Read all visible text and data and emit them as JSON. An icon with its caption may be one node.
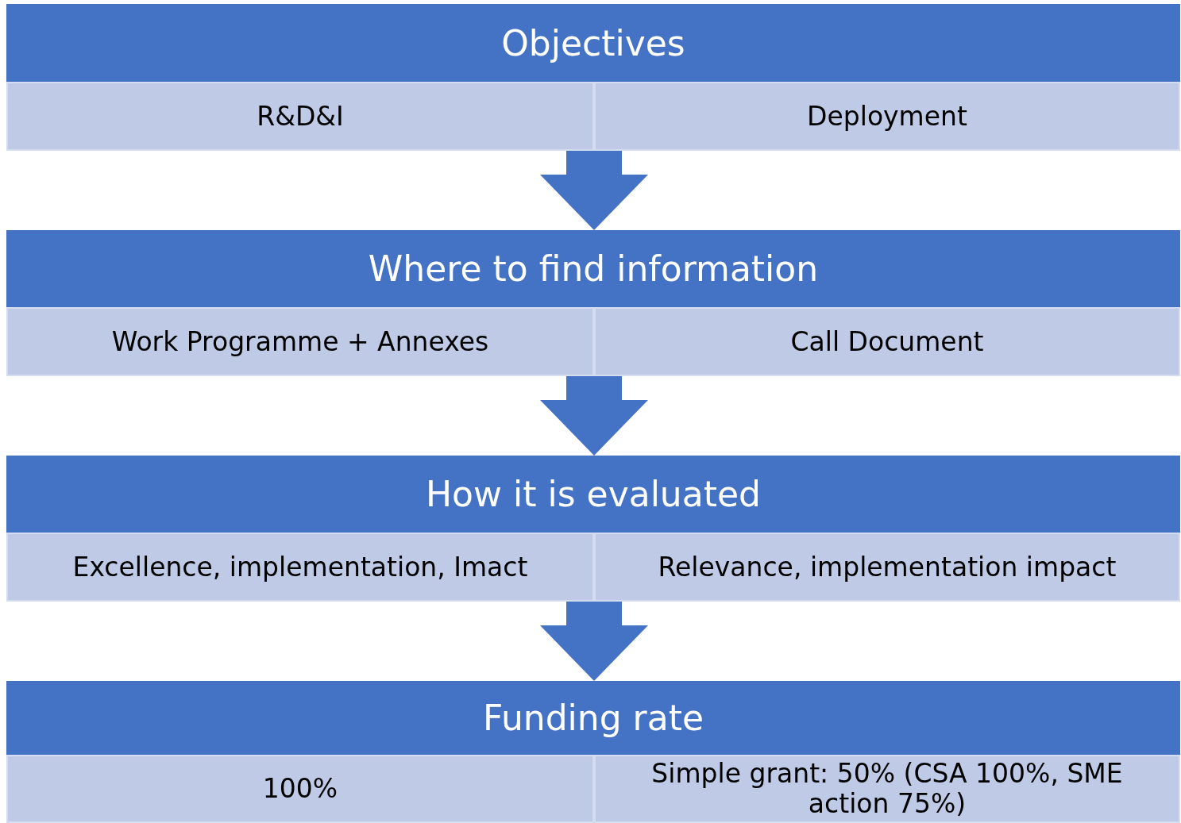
{
  "diagram": {
    "nodes": [
      {
        "text": [
          "Objectives"
        ]
      },
      {
        "text": [
          "R&D&I"
        ]
      },
      {
        "text": [
          "Deployment"
        ]
      },
      {
        "text": [
          "Where to find information"
        ]
      },
      {
        "text": [
          "Work Programme + Annexes"
        ]
      },
      {
        "text": [
          "Call Document"
        ]
      },
      {
        "text": [
          "How it is evaluated"
        ]
      },
      {
        "text": [
          "Excellence, implementation, Imact"
        ]
      },
      {
        "text": [
          "Relevance, implementation impact"
        ]
      },
      {
        "text": [
          "Funding rate"
        ]
      },
      {
        "text": [
          "100%"
        ]
      },
      {
        "text": [
          "Simple grant: 50% (CSA 100%, SME action 75%)"
        ]
      }
    ],
    "edges": [
      {
        "from": 1,
        "to": 3,
        "arrow": "to"
      },
      {
        "from": 2,
        "to": 3,
        "arrow": "to"
      },
      {
        "from": 4,
        "to": 6,
        "arrow": "to"
      },
      {
        "from": 5,
        "to": 6,
        "arrow": "to"
      },
      {
        "from": 7,
        "to": 9,
        "arrow": "to"
      },
      {
        "from": 8,
        "to": 9,
        "arrow": "to"
      }
    ]
  }
}
